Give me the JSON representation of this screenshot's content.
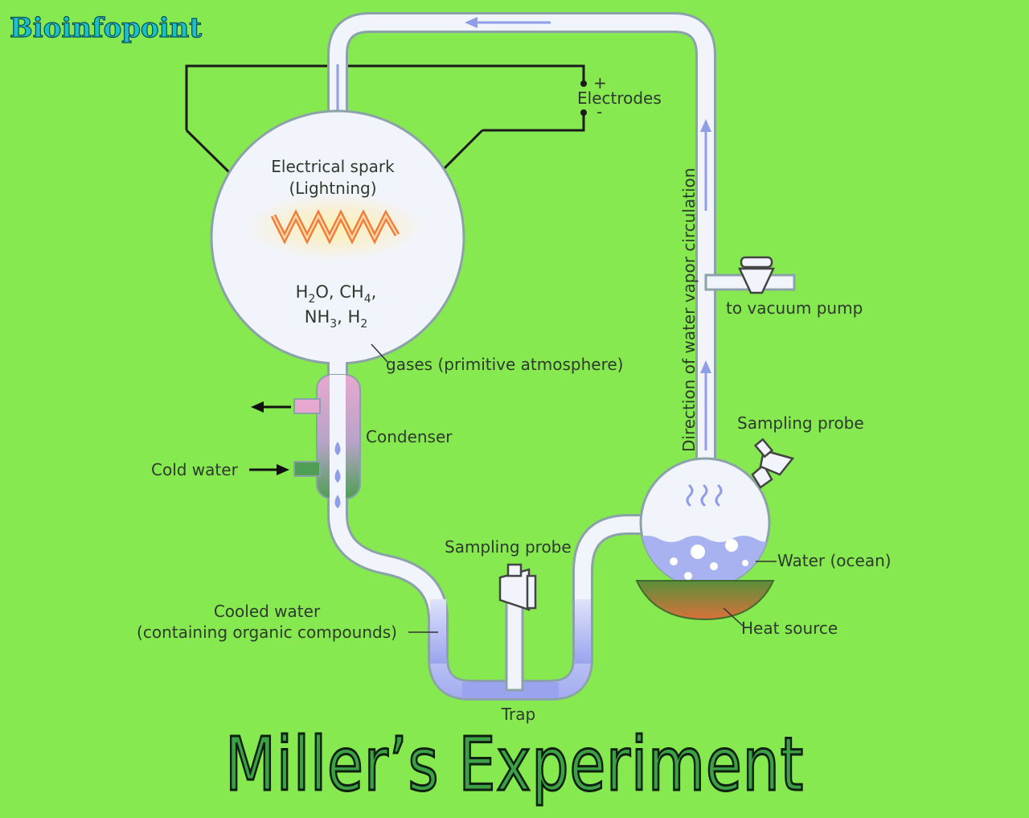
{
  "brand": "Bioinfopoint",
  "title": "Miller’s Experiment",
  "labels": {
    "electrodes": "Electrodes",
    "plus": "+",
    "minus": "-",
    "spark_line1": "Electrical spark",
    "spark_line2": "(Lightning)",
    "gases": "gases (primitive atmosphere)",
    "condenser": "Condenser",
    "cold_water": "Cold water",
    "vacuum_pump": "to vacuum pump",
    "direction": "Direction of water vapor circulation",
    "sampling_probe_top": "Sampling probe",
    "sampling_probe_trap": "Sampling probe",
    "water_ocean": "Water (ocean)",
    "heat_source": "Heat source",
    "cooled_water_line1": "Cooled water",
    "cooled_water_line2": "(containing organic compounds)",
    "trap": "Trap"
  },
  "chemicals": {
    "h2o": {
      "base": "H",
      "sub": "2",
      "rest": "O,"
    },
    "ch4": {
      "base": "CH",
      "sub": "4",
      "rest": ","
    },
    "nh3": {
      "base": "NH",
      "sub": "3",
      "rest": ","
    },
    "h2": {
      "base": "H",
      "sub": "2",
      "rest": ""
    }
  },
  "colors": {
    "background": "#86e94f",
    "glass": "#f2f4fb",
    "flow_arrow": "#8f9ee6",
    "water": "#a9b2f0",
    "condenser_hot": "#e7a8cf",
    "condenser_cold": "#4e9e55",
    "spark": "#f07a36",
    "heat": "#d9713a",
    "title_fill": "#3d9f46"
  }
}
